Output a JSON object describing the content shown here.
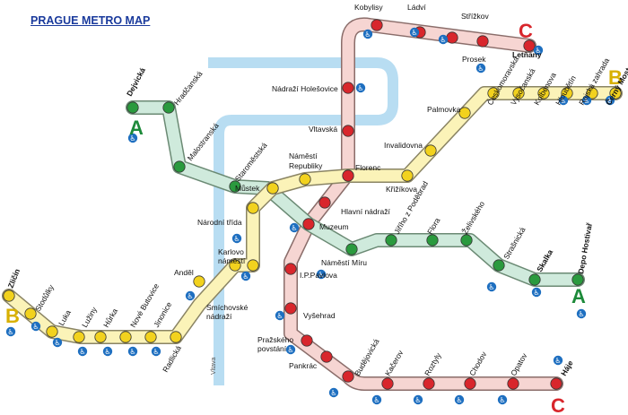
{
  "title": "PRAGUE METRO MAP",
  "colors": {
    "A": "#2a9a3e",
    "B": "#f2d21e",
    "C": "#d8262c",
    "river": "#b8ddf2"
  },
  "river_label": "Vltava",
  "lines": {
    "A": {
      "name": "A",
      "stations": [
        "Dejvická",
        "Hradčanská",
        "Malostranská",
        "Staroměstská",
        "Můstek",
        "Muzeum",
        "Náměstí Míru",
        "Jiřího z Poděbrad",
        "Flora",
        "Želivského",
        "Strašnická",
        "Skalka",
        "Depo Hostivař"
      ]
    },
    "B": {
      "name": "B",
      "stations": [
        "Zličín",
        "Stodůlky",
        "Luka",
        "Lužiny",
        "Hůrka",
        "Nové Butovice",
        "Jinonice",
        "Radlická",
        "Anděl",
        "Smíchovské nádraží",
        "Karlovo náměstí",
        "Národní třída",
        "Můstek",
        "Náměstí Republiky",
        "Florenc",
        "Křižíkova",
        "Invalidovna",
        "Palmovka",
        "Českomoravská",
        "Vysočanská",
        "Kolbenova",
        "Hloubětín",
        "Rajská zahrada",
        "Černý Most"
      ]
    },
    "C": {
      "name": "C",
      "stations": [
        "Letňany",
        "Prosek",
        "Střížkov",
        "Ládví",
        "Kobylisy",
        "Nádraží Holešovice",
        "Vltavská",
        "Florenc",
        "Hlavní nádraží",
        "Muzeum",
        "I.P.Pavlova",
        "Vyšehrad",
        "Pražského povstání",
        "Pankrác",
        "Budějovická",
        "Kačerov",
        "Roztyly",
        "Chodov",
        "Opatov",
        "Háje"
      ]
    }
  },
  "labels": {
    "dejvicka": "Dejvická",
    "hradcanska": "Hradčanská",
    "malostranska": "Malostranská",
    "staromestska": "Staroměstská",
    "mustek": "Můstek",
    "muzeum": "Muzeum",
    "namesti_miru": "Náměstí Míru",
    "jiriho": "Jiřího z Poděbrad",
    "flora": "Flora",
    "zelivskeho": "Želivského",
    "strasnicka": "Strašnická",
    "skalka": "Skalka",
    "depo": "Depo Hostivař",
    "zlicin": "Zličín",
    "stodulky": "Stodůlky",
    "luka": "Luka",
    "luziny": "Lužiny",
    "hurka": "Hůrka",
    "nove_butovice": "Nové Butovice",
    "jinonice": "Jinonice",
    "radlicka": "Radlická",
    "andel": "Anděl",
    "smichovske_1": "Smíchovské",
    "smichovske_2": "nádraží",
    "karlovo_1": "Karlovo",
    "karlovo_2": "náměstí",
    "narodni": "Národní třída",
    "nam_rep_1": "Náměstí",
    "nam_rep_2": "Republiky",
    "florenc": "Florenc",
    "krizikova": "Křižíkova",
    "invalidovna": "Invalidovna",
    "palmovka": "Palmovka",
    "ceskomoravska": "Českomoravská",
    "vysocanska": "Vysočanská",
    "kolbenova": "Kolbenova",
    "hloubetin": "Hloubětín",
    "rajska": "Rajská zahrada",
    "cerny_most": "Černý Most",
    "letnany": "Letňany",
    "prosek": "Prosek",
    "strizkov": "Střížkov",
    "ladvi": "Ládví",
    "kobylisy": "Kobylisy",
    "holesovice": "Nádraží Holešovice",
    "vltavska": "Vltavská",
    "hlavni": "Hlavní nádraží",
    "ip_pavlova": "I.P.Pavlova",
    "vysehrad": "Vyšehrad",
    "povstani_1": "Pražského",
    "povstani_2": "povstání",
    "pankrac": "Pankrác",
    "budejovicka": "Budějovická",
    "kacerov": "Kačerov",
    "roztyly": "Roztyly",
    "chodov": "Chodov",
    "opatov": "Opatov",
    "haje": "Háje"
  },
  "accessible_icon": "wheelchair-icon"
}
